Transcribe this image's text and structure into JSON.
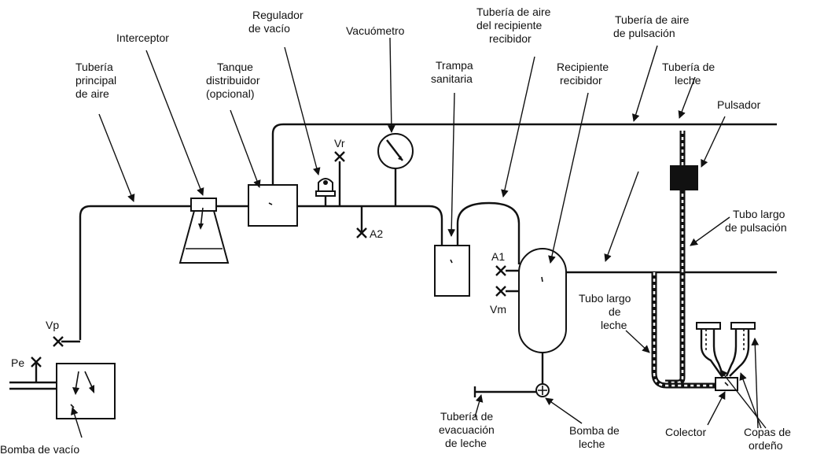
{
  "labels": {
    "regulador": [
      "Regulador",
      "de vacío"
    ],
    "interceptor": [
      "Interceptor"
    ],
    "tuberia_principal": [
      "Tubería",
      "principal",
      "de aire"
    ],
    "tanque": [
      "Tanque",
      "distribuidor",
      "(opcional)"
    ],
    "vacuometro": [
      "Vacuómetro"
    ],
    "aire_recipiente": [
      "Tubería de aire",
      "del recipiente",
      "recibidor"
    ],
    "aire_pulsacion": [
      "Tubería de aire",
      "de pulsación"
    ],
    "trampa": [
      "Trampa",
      "sanitaria"
    ],
    "recipiente": [
      "Recipiente",
      "recibidor"
    ],
    "tuberia_leche": [
      "Tubería de",
      "leche"
    ],
    "pulsador": [
      "Pulsador"
    ],
    "tubo_pulsacion": [
      "Tubo largo",
      "de pulsación"
    ],
    "tubo_leche": [
      "Tubo largo",
      "de",
      "leche"
    ],
    "evacuacion": [
      "Tubería de",
      "evacuación",
      "de leche"
    ],
    "bomba_leche": [
      "Bomba de",
      "leche"
    ],
    "colector": [
      "Colector"
    ],
    "copas": [
      "Copas de",
      "ordeño"
    ],
    "bomba_vacio": [
      "Bomba de vacío"
    ]
  },
  "valves": {
    "vr": "Vr",
    "a2": "A2",
    "a1": "A1",
    "vm": "Vm",
    "vp": "Vp",
    "pe": "Pe"
  }
}
